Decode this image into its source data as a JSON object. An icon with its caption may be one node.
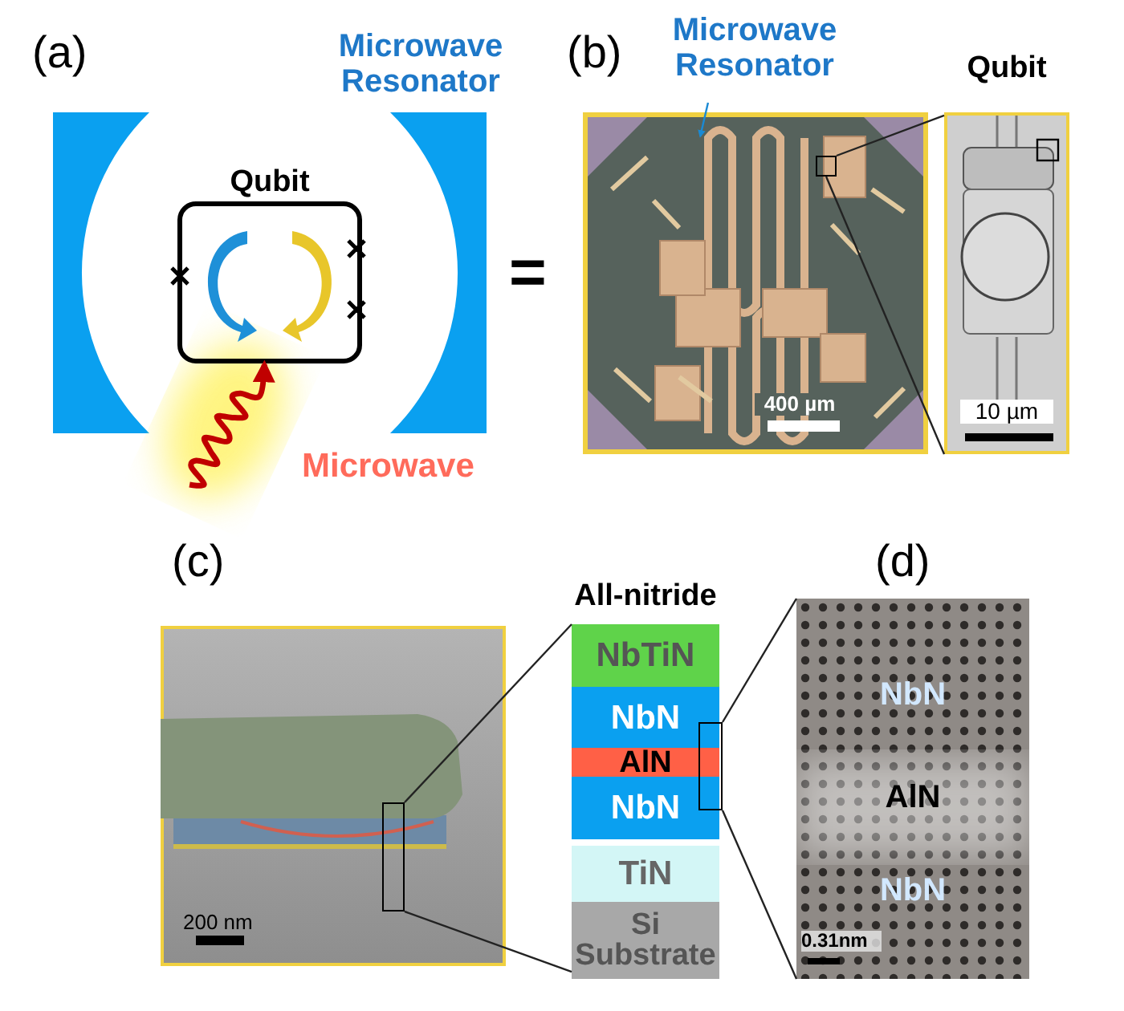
{
  "diagram": {
    "nodes": [
      {
        "text": [
          "Qubit"
        ]
      },
      {
        "text": [
          "Microwave Resonator"
        ]
      },
      {
        "text": [
          "400 µm"
        ]
      },
      {
        "text": [],
        "shape": "box",
        "in": 2
      },
      {
        "text": [
          "Qubit",
          "10 µm"
        ]
      },
      {
        "text": [
          "200 nm"
        ]
      },
      {
        "text": [],
        "shape": "box",
        "in": 5
      },
      {
        "text": [
          "All-nitride"
        ]
      },
      {
        "text": [
          "NbTiN"
        ],
        "in": 7
      },
      {
        "text": [
          "NbN"
        ],
        "in": 7
      },
      {
        "text": [
          "AlN"
        ],
        "in": 7
      },
      {
        "text": [
          "NbN"
        ],
        "in": 7
      },
      {
        "text": [
          "TiN"
        ],
        "in": 7
      },
      {
        "text": [
          "Si Substrate"
        ],
        "in": 7
      },
      {
        "text": [],
        "shape": "box",
        "in": 7
      },
      {
        "text": [
          "NbN",
          "AlN",
          "NbN",
          "0.31nm"
        ]
      }
    ],
    "edges": [
      {
        "from": null,
        "to": 0,
        "arrow": "to",
        "style": "thick",
        "color": "#c00000"
      },
      {
        "from": 1,
        "to": 2,
        "arrow": "to",
        "color": "#1a8ad4"
      },
      {
        "from": 3,
        "to": 4,
        "arrow": "none"
      },
      {
        "from": 3,
        "to": 4,
        "arrow": "none"
      },
      {
        "from": 6,
        "to": 7,
        "arrow": "none"
      },
      {
        "from": 6,
        "to": 7,
        "arrow": "none"
      },
      {
        "from": 14,
        "to": 15,
        "arrow": "none"
      },
      {
        "from": 14,
        "to": 15,
        "arrow": "none"
      }
    ],
    "labels": [
      "(a)",
      "Microwave Resonator",
      "Microwave",
      "=",
      "(b)",
      "(c)",
      "(d)"
    ]
  }
}
